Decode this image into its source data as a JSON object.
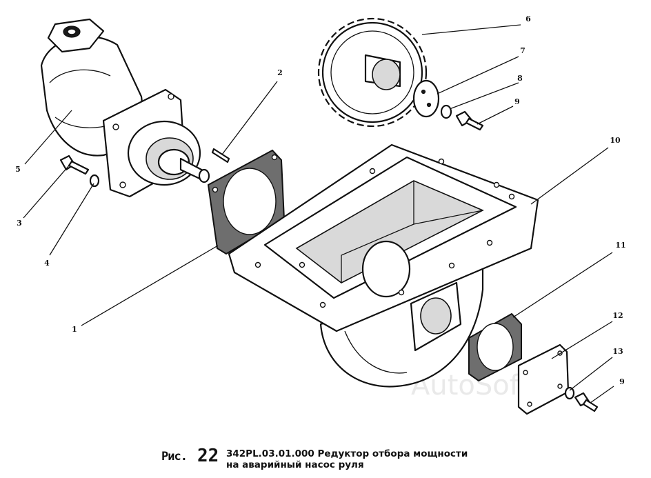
{
  "caption": {
    "figure_label": "Рис.",
    "figure_number": "22",
    "line1": "342PL.03.01.000 Редуктор отбора мощности",
    "line2": "на аварийный насос руля"
  },
  "watermark": "AutoSoft",
  "callouts": [
    "1",
    "2",
    "3",
    "4",
    "5",
    "6",
    "7",
    "8",
    "9",
    "10",
    "11",
    "12",
    "13",
    "9"
  ]
}
